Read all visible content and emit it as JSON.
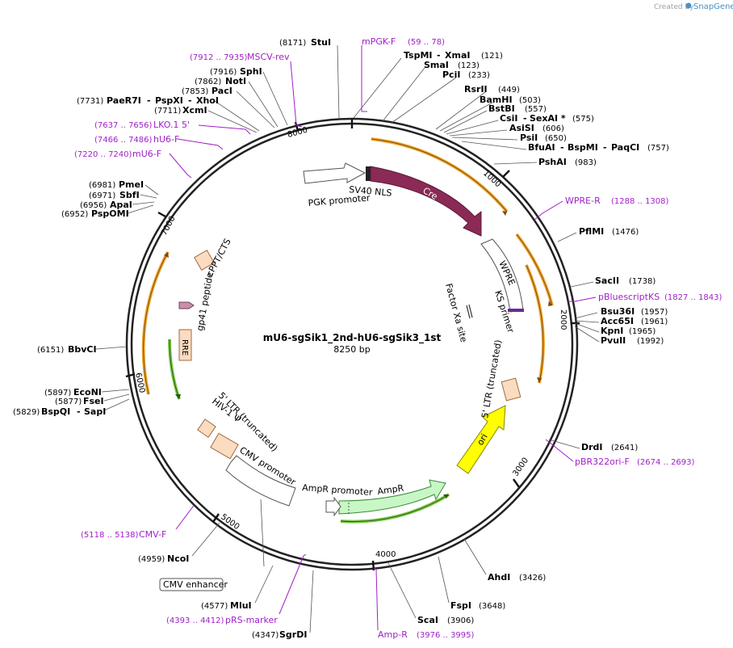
{
  "watermark": {
    "prefix": "Created by",
    "brand": "SnapGene"
  },
  "plasmid": {
    "name": "mU6-sgSik1_2nd-hU6-sgSik3_1st",
    "length_bp": 8250,
    "size_label": "8250 bp"
  },
  "tick_labels": [
    "1000",
    "2000",
    "3000",
    "4000",
    "5000",
    "6000",
    "7000",
    "8000"
  ],
  "enzymes": [
    {
      "name": "StuI",
      "pos": "(8171)"
    },
    {
      "name": "TspMI",
      "pos": "(121)",
      "extra": "XmaI"
    },
    {
      "name": "SmaI",
      "pos": "(123)"
    },
    {
      "name": "PciI",
      "pos": "(233)"
    },
    {
      "name": "RsrII",
      "pos": "(449)"
    },
    {
      "name": "BamHI",
      "pos": "(503)"
    },
    {
      "name": "BstBI",
      "pos": "(557)"
    },
    {
      "name": "CsiI",
      "pos": "(575)",
      "extra": "SexAI *"
    },
    {
      "name": "AsiSI",
      "pos": "(606)"
    },
    {
      "name": "PsiI",
      "pos": "(650)"
    },
    {
      "name": "BfuAI",
      "pos": "(757)",
      "extra": "BspMI",
      "extra2": "PaqCI"
    },
    {
      "name": "PshAI",
      "pos": "(983)"
    },
    {
      "name": "PflMI",
      "pos": "(1476)"
    },
    {
      "name": "SacII",
      "pos": "(1738)"
    },
    {
      "name": "Bsu36I",
      "pos": "(1957)"
    },
    {
      "name": "Acc65I",
      "pos": "(1961)"
    },
    {
      "name": "KpnI",
      "pos": "(1965)"
    },
    {
      "name": "PvuII",
      "pos": "(1992)"
    },
    {
      "name": "DrdI",
      "pos": "(2641)"
    },
    {
      "name": "AhdI",
      "pos": "(3426)"
    },
    {
      "name": "FspI",
      "pos": "(3648)"
    },
    {
      "name": "ScaI",
      "pos": "(3906)"
    },
    {
      "name": "SgrDI",
      "pos": "(4347)"
    },
    {
      "name": "MluI",
      "pos": "(4577)"
    },
    {
      "name": "NcoI",
      "pos": "(4959)"
    },
    {
      "name": "BspQI",
      "pos": "(5829)",
      "extra": "SapI"
    },
    {
      "name": "FseI",
      "pos": "(5877)"
    },
    {
      "name": "EcoNI",
      "pos": "(5897)"
    },
    {
      "name": "BbvCI",
      "pos": "(6151)"
    },
    {
      "name": "PspOMI",
      "pos": "(6952)"
    },
    {
      "name": "ApaI",
      "pos": "(6956)"
    },
    {
      "name": "SbfI",
      "pos": "(6971)"
    },
    {
      "name": "PmeI",
      "pos": "(6981)"
    },
    {
      "name": "XcmI",
      "pos": "(7711)"
    },
    {
      "name": "PaeR7I",
      "pos": "(7731)",
      "extra": "PspXI",
      "extra2": "XhoI"
    },
    {
      "name": "PacI",
      "pos": "(7853)"
    },
    {
      "name": "NotI",
      "pos": "(7862)"
    },
    {
      "name": "SphI",
      "pos": "(7916)"
    }
  ],
  "primers": [
    {
      "name": "mPGK-F",
      "range": "(59 .. 78)"
    },
    {
      "name": "MSCV-rev",
      "range": "(7912 .. 7935)"
    },
    {
      "name": "LKO.1 5'",
      "range": "(7637 .. 7656)"
    },
    {
      "name": "hU6-F",
      "range": "(7466 .. 7486)"
    },
    {
      "name": "mU6-F",
      "range": "(7220 .. 7240)"
    },
    {
      "name": "WPRE-R",
      "range": "(1288 .. 1308)"
    },
    {
      "name": "pBluescriptKS",
      "range": "(1827 .. 1843)"
    },
    {
      "name": "pBR322ori-F",
      "range": "(2674 .. 2693)"
    },
    {
      "name": "Amp-R",
      "range": "(3976 .. 3995)"
    },
    {
      "name": "pRS-marker",
      "range": "(4393 .. 4412)"
    },
    {
      "name": "CMV-F",
      "range": "(5118 .. 5138)"
    }
  ],
  "features": [
    {
      "name": "SV40 NLS"
    },
    {
      "name": "PGK promoter"
    },
    {
      "name": "Cre"
    },
    {
      "name": "WPRE"
    },
    {
      "name": "KS primer"
    },
    {
      "name": "Factor Xa site"
    },
    {
      "name": "5' LTR (truncated)"
    },
    {
      "name": "ori"
    },
    {
      "name": "AmpR"
    },
    {
      "name": "AmpR promoter"
    },
    {
      "name": "CMV promoter"
    },
    {
      "name": "HIV-1 Ψ"
    },
    {
      "name": "5' LTR (truncated)"
    },
    {
      "name": "RRE"
    },
    {
      "name": "gp41 peptide"
    },
    {
      "name": "cPPT/CTS"
    },
    {
      "name": "CMV enhancer"
    }
  ],
  "colors": {
    "backbone": "#222222",
    "cre": "#8b2a55",
    "ori": "#ffff00",
    "ampr": "#c8f7c5",
    "orange_arc": "#f0a830",
    "green_arc": "#7cc94a",
    "ltr": "#fbdcc0",
    "primer": "#a020c8",
    "gp41": "#c890a8",
    "kspr": "#6a2a90"
  }
}
